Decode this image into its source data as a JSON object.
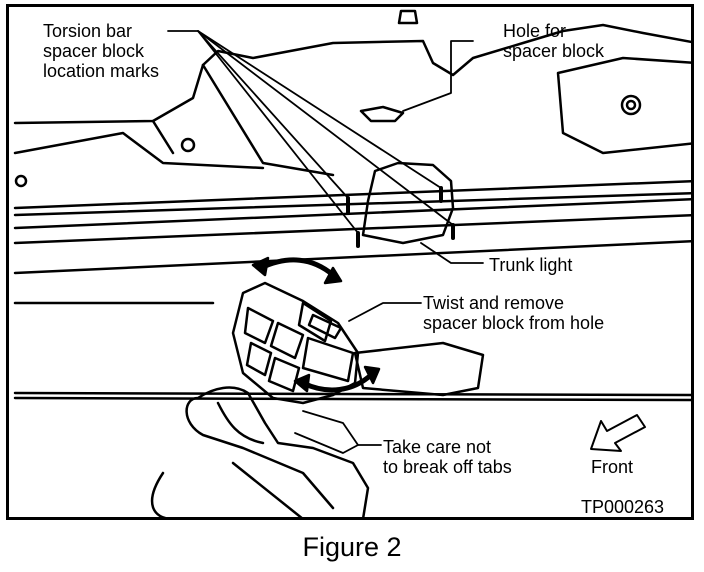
{
  "labels": {
    "spacer_marks": [
      "Torsion bar",
      "spacer block",
      "location marks"
    ],
    "hole": [
      "Hole for",
      "spacer block"
    ],
    "trunk_light": "Trunk light",
    "twist": [
      "Twist and remove",
      "spacer block from hole"
    ],
    "take_care": [
      "Take care not",
      "to break off tabs"
    ],
    "front": "Front"
  },
  "figure_id": "TP000263",
  "caption": "Figure 2"
}
